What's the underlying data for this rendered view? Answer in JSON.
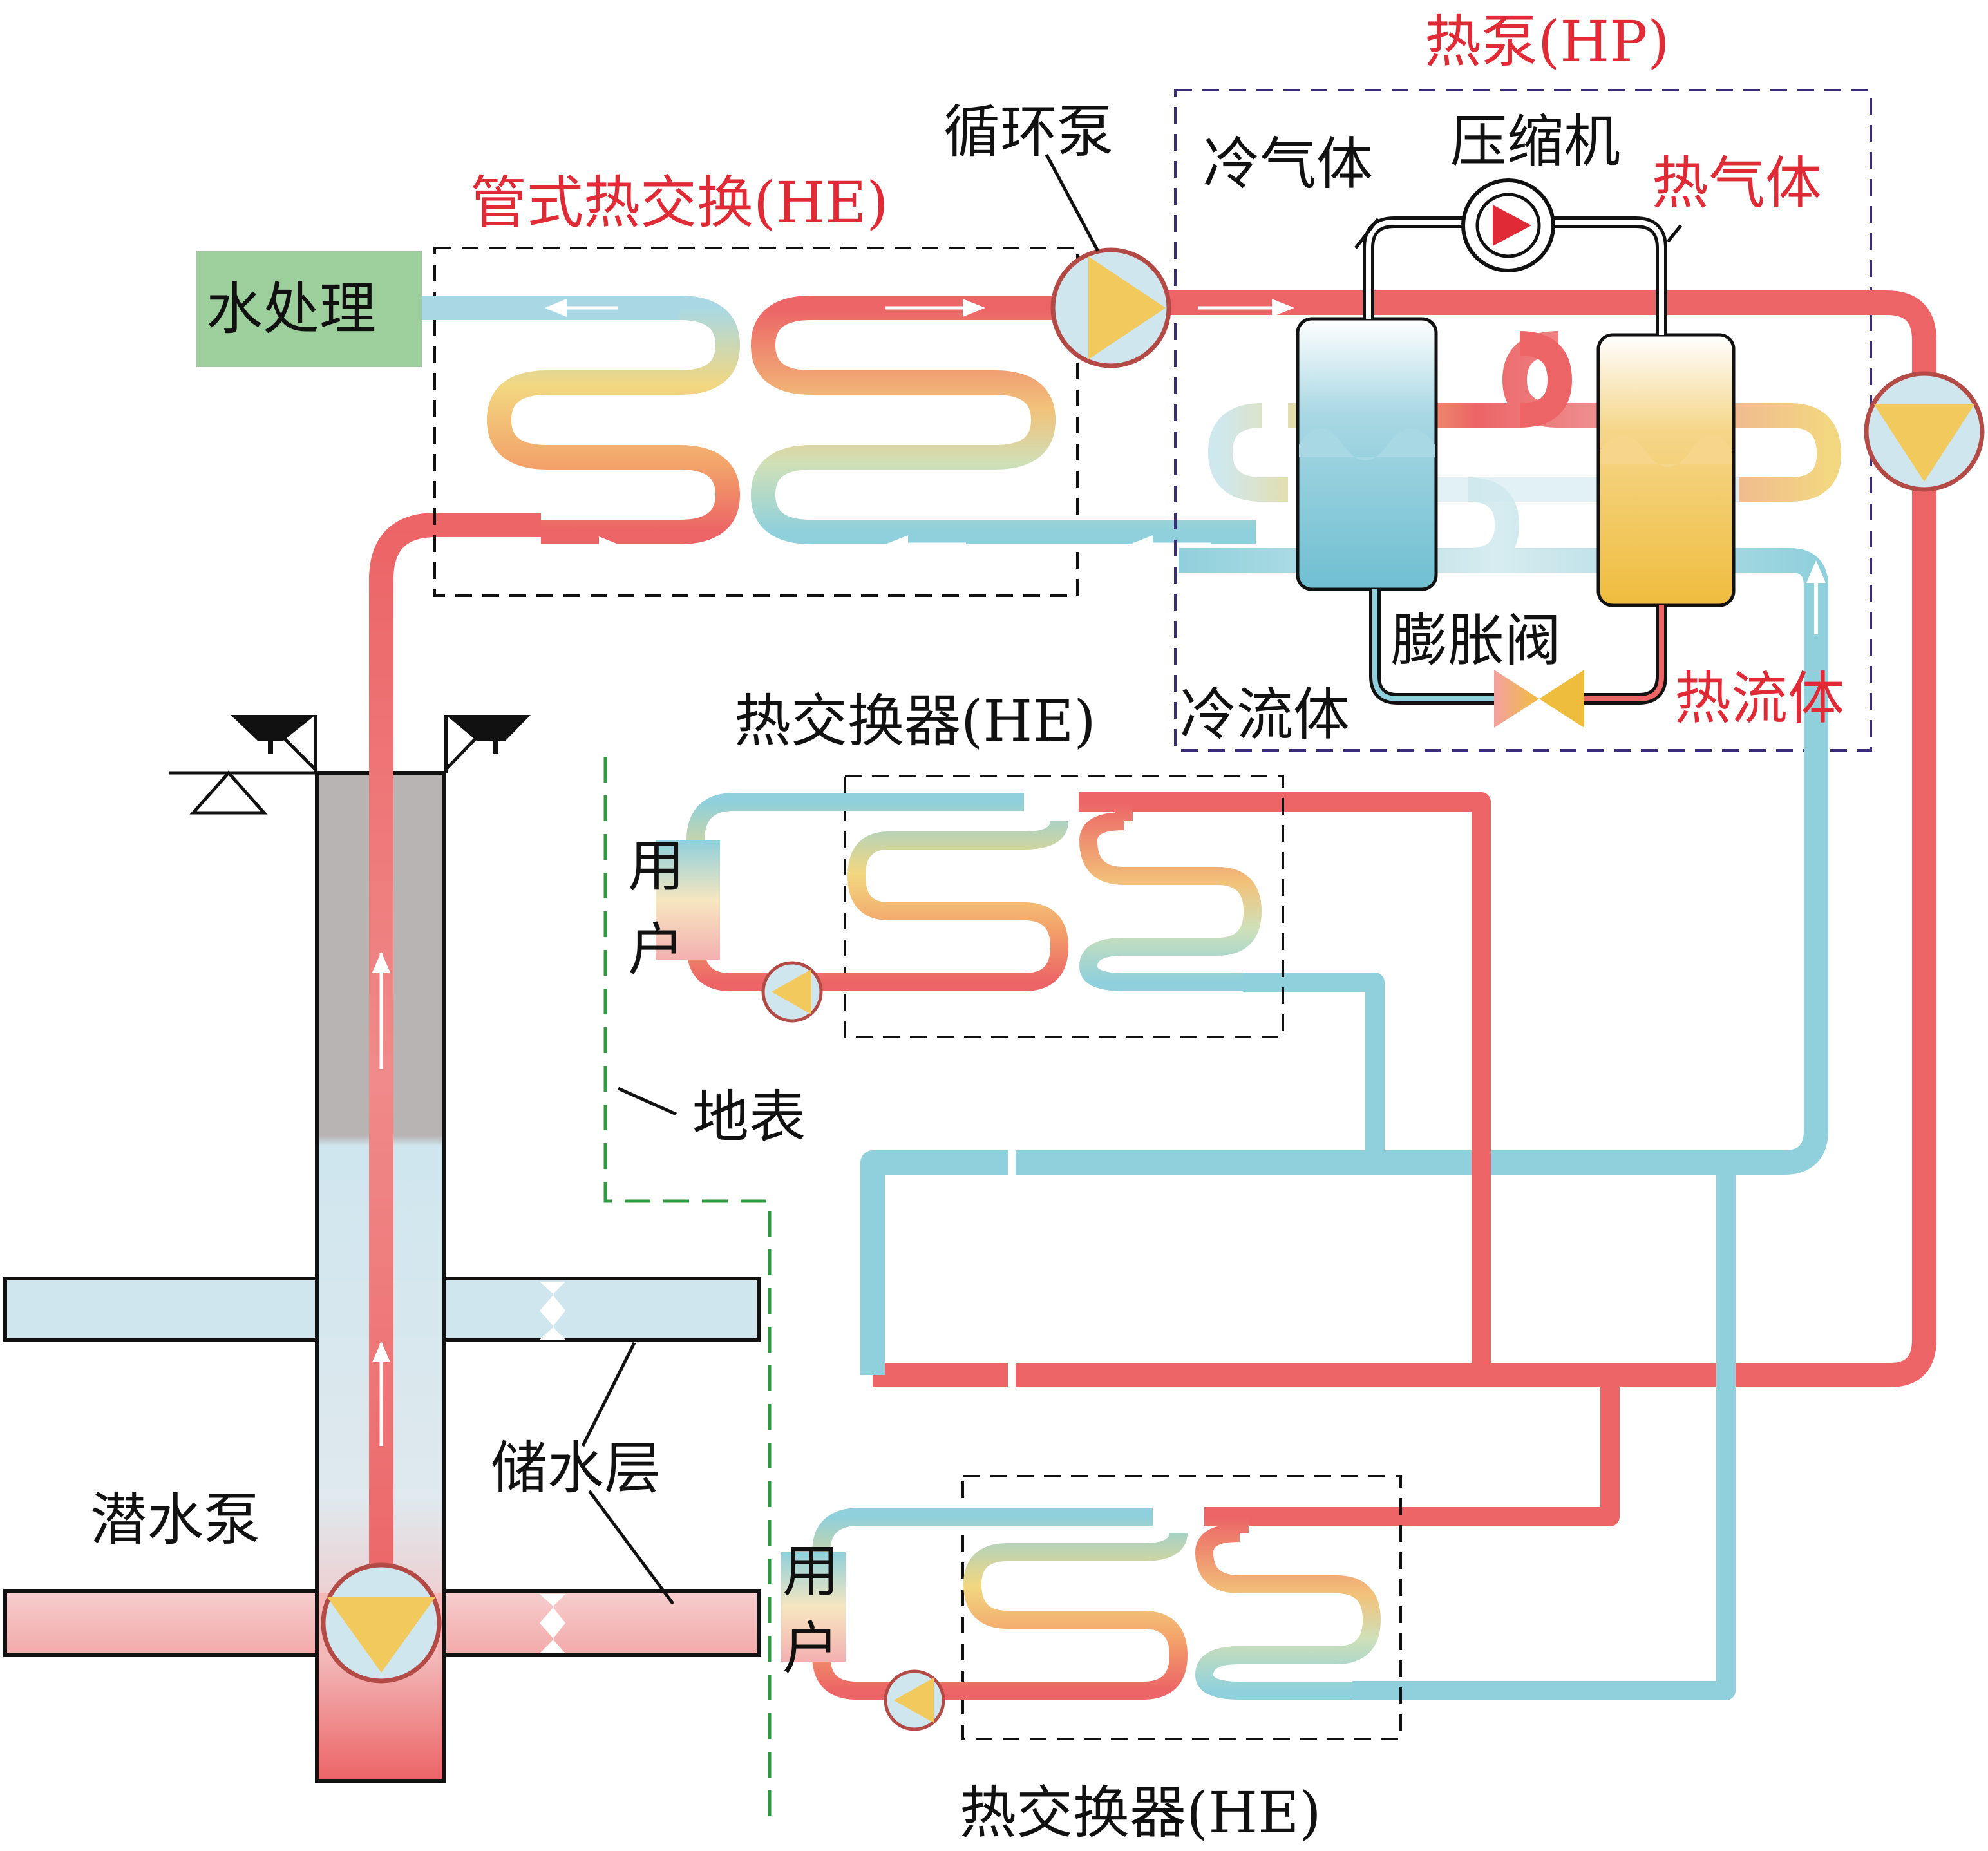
{
  "labels": {
    "heat_pump": "热泵(HP)",
    "circulation_pump": "循环泵",
    "cold_gas": "冷气体",
    "compressor": "压缩机",
    "hot_gas": "热气体",
    "tube_heat_exchanger": "管式热交换(HE)",
    "water_treatment": "水处理",
    "expansion_valve": "膨胀阀",
    "cold_fluid": "冷流体",
    "hot_fluid": "热流体",
    "heat_exchanger_top": "热交换器(HE)",
    "user_top_1": "用",
    "user_top_2": "户",
    "ground_surface": "地表",
    "aquifer": "储水层",
    "submersible_pump": "潜水泵",
    "user_bottom_1": "用",
    "user_bottom_2": "户",
    "heat_exchanger_bottom": "热交换器(HE)"
  },
  "colors": {
    "hot": "#ec6466",
    "warm": "#f29f6a",
    "yellow": "#f2d27a",
    "cold": "#8fd0dc",
    "cold_light": "#cfe8ee",
    "water_treatment": "#9ccf9c",
    "label_red": "#e02a36",
    "pump_fill": "#f2c95c",
    "pump_ring": "#b44a45"
  }
}
